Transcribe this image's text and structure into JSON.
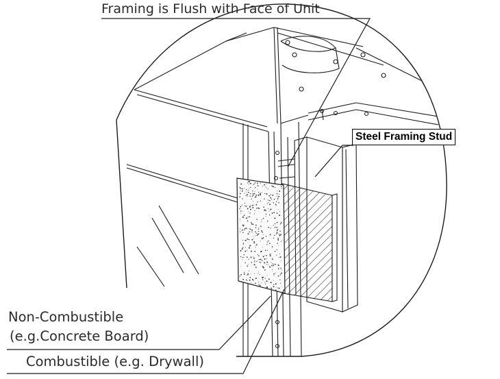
{
  "labels": {
    "framing_flush": "Framing is Flush with Face of Unit",
    "steel_stud": "Steel Framing Stud",
    "noncombustible_line1": "Non-Combustible",
    "noncombustible_line2": "(e.g.Concrete Board)",
    "combustible": "Combustible (e.g. Drywall)"
  },
  "colors": {
    "line": "#1a1a1a",
    "background": "#ffffff"
  }
}
